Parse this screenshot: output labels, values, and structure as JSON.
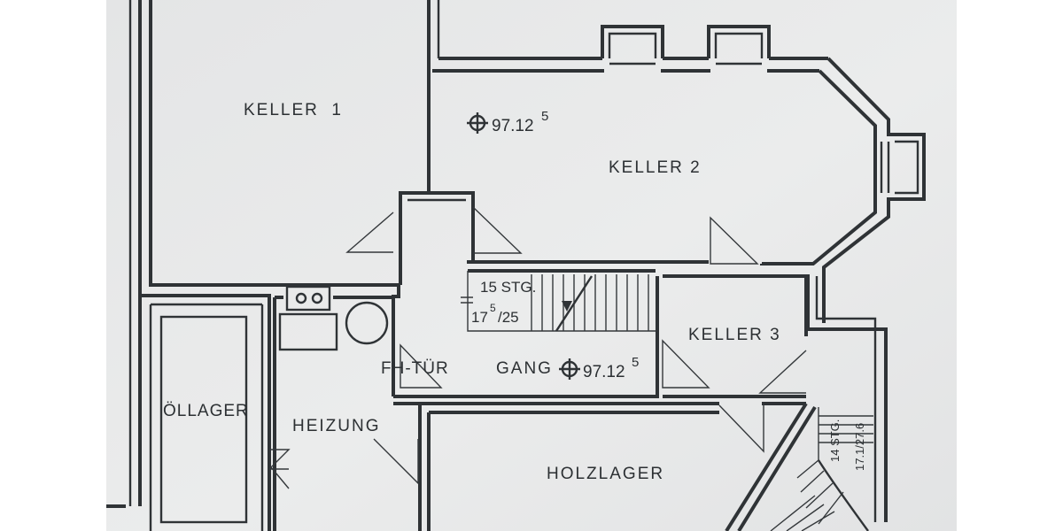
{
  "rooms": {
    "keller1": "KELLER  1",
    "keller2": "KELLER 2",
    "keller3": "KELLER 3",
    "gang": "GANG",
    "fh_tuer": "FH-TÜR",
    "heizung": "HEIZUNG",
    "oellager": "ÖLLAGER",
    "holzlager": "HOLZLAGER"
  },
  "elevations": {
    "keller2_level": "97.12",
    "keller2_level_sup": "5",
    "gang_level": "97.12",
    "gang_level_sup": "5"
  },
  "stairs": {
    "main_steps": "15 STG.",
    "main_rise": "17",
    "main_rise_sup": "5",
    "main_run": "/25",
    "side_steps": "14 STG.",
    "side_dims": "17.1/27.6"
  },
  "colors": {
    "paper": "#e9eaeb",
    "line": "#2f3336",
    "margin": "#ffffff"
  }
}
